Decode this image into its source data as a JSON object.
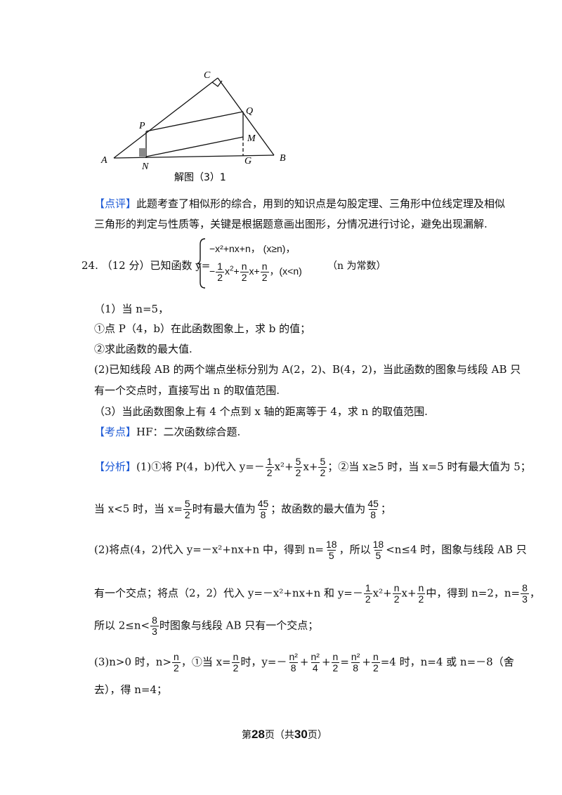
{
  "figure": {
    "points": {
      "A": "A",
      "B": "B",
      "C": "C",
      "P": "P",
      "Q": "Q",
      "M": "M",
      "N": "N",
      "G": "G"
    },
    "caption": "解图（3）1"
  },
  "comment": {
    "tag": "【点评】",
    "line1": "此题考查了相似形的综合，用到的知识点是勾股定理、三角形中位线定理及相似",
    "line2": "三角形的判定与性质等，关键是根据题意画出图形，分情况进行讨论，避免出现漏解."
  },
  "q24": {
    "number": "24.",
    "score": "（12 分）已知函数 y=",
    "piece1_expr": "−x²+nx+n，",
    "piece1_cond": "(x≥n)，",
    "piece2_a": "−",
    "piece2_b_num": "1",
    "piece2_b_den": "2",
    "piece2_x2": "x",
    "piece2_plus1": "+",
    "piece2_c_num": "n",
    "piece2_c_den": "2",
    "piece2_x": "x+",
    "piece2_d_num": "n",
    "piece2_d_den": "2",
    "piece2_cond": "，(x<n)",
    "note": "（n 为常数）"
  },
  "lines": {
    "p1": "（1）当 n=5，",
    "p1a": "①点 P（4，b）在此函数图象上，求 b 的值；",
    "p1b": "②求此函数的最大值.",
    "p2a": "(2)已知线段 AB 的两个端点坐标分别为 A(2，2)、B(4，2)，当此函数的图象与线段 AB 只",
    "p2b": "有一个交点时，直接写出 n 的取值范围.",
    "p3": "（3）当此函数图象上有 4 个点到 x 轴的距离等于 4，求 n 的取值范围.",
    "kd_tag": "【考点】",
    "kd_text": "HF：二次函数综合题.",
    "fx_tag": "【分析】",
    "fx1_a": "(1)①将 P(4，b)代入 y=－",
    "fx1_b": "x²+",
    "fx1_c": "x+",
    "fx1_d": "；②当 x≥5 时，当 x=5 时有最大值为 5；",
    "fx2_a": "当 x<5 时，当 x=",
    "fx2_b": "时有最大值为",
    "fx2_c": "；故函数的最大值为",
    "fx2_d": "；",
    "fx3_a": "(2)将点(4，2)代入 y=－x²+nx+n 中，得到 n=",
    "fx3_b": "，所以",
    "fx3_c": "<n≤4 时，图象与线段 AB 只",
    "fx4_a": "有一个交点；将点（2，2）代入 y=－x²+nx+n 和 y=－",
    "fx4_b": "x²+",
    "fx4_c": "x+",
    "fx4_d": "中，得到 n=2，n=",
    "fx4_e": "，",
    "fx5_a": "所以 2≤n<",
    "fx5_b": "时图象与线段 AB 只有一个交点；",
    "fx6_a": "(3)n>0 时，n>",
    "fx6_b": "，①当 x=",
    "fx6_c": "时，y=－",
    "fx6_d": "+",
    "fx6_e": "+",
    "fx6_f": "=",
    "fx6_g": "+",
    "fx6_h": "=4 时，n=4 或 n=－8（舍",
    "fx7": "去），得 n=4；"
  },
  "fracs": {
    "half_1": "1",
    "half_2": "2",
    "five": "5",
    "two": "2",
    "fortyfive": "45",
    "eight": "8",
    "eighteen": "18",
    "five_b": "5",
    "n": "n",
    "n2": "n²",
    "four": "4",
    "three": "3"
  },
  "footer": {
    "pre": "第",
    "page": "28",
    "mid": "页（共",
    "total": "30",
    "post": "页）"
  }
}
